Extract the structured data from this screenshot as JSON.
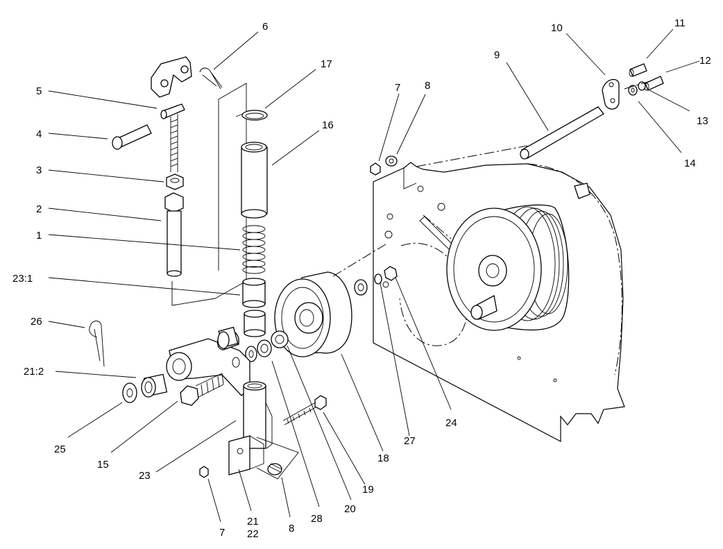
{
  "labels": {
    "n1": "1",
    "n2": "2",
    "n3": "3",
    "n4": "4",
    "n5": "5",
    "n6": "6",
    "n7a": "7",
    "n8a": "8",
    "n9": "9",
    "n10": "10",
    "n11": "11",
    "n12": "12",
    "n13": "13",
    "n14": "14",
    "n15": "15",
    "n16": "16",
    "n17": "17",
    "n18": "18",
    "n19": "19",
    "n20": "20",
    "n21": "21",
    "n22": "22",
    "n21_2": "21:2",
    "n23": "23",
    "n23_1": "23:1",
    "n24": "24",
    "n25": "25",
    "n26": "26",
    "n27": "27",
    "n28": "28",
    "n7b": "7",
    "n8b": "8"
  }
}
